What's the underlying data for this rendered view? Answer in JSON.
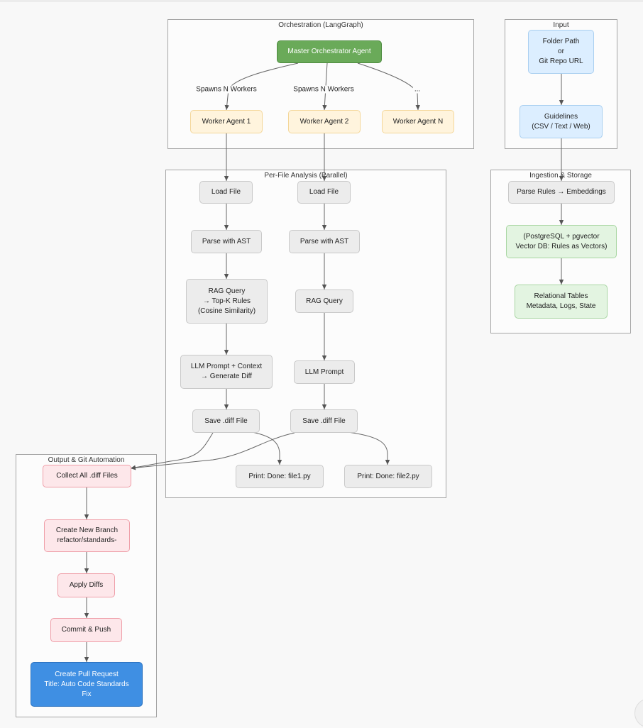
{
  "clusters": {
    "orchestration": "Orchestration (LangGraph)",
    "input": "Input",
    "analysis": "Per-File Analysis (Parallel)",
    "ingestion": "Ingestion & Storage",
    "output": "Output & Git Automation"
  },
  "nodes": {
    "master": "Master Orchestrator Agent",
    "worker1": "Worker Agent 1",
    "worker2": "Worker Agent 2",
    "workerN": "Worker Agent N",
    "folder": "Folder Path\nor\nGit Repo URL",
    "guidelines": "Guidelines\n(CSV / Text / Web)",
    "load1": "Load File",
    "load2": "Load File",
    "ast1": "Parse with AST",
    "ast2": "Parse with AST",
    "rag1": "RAG Query\n→ Top-K Rules\n(Cosine Similarity)",
    "rag2": "RAG Query",
    "llm1": "LLM Prompt + Context\n→ Generate Diff",
    "llm2": "LLM Prompt",
    "save1": "Save .diff File",
    "save2": "Save .diff File",
    "print1": "Print: Done: file1.py",
    "print2": "Print: Done: file2.py",
    "parse_rules": "Parse Rules → Embeddings",
    "vector_db": "(PostgreSQL + pgvector\nVector DB: Rules as Vectors)",
    "relational": "Relational Tables\nMetadata, Logs, State",
    "collect": "Collect All .diff Files",
    "branch": "Create New Branch\nrefactor/standards-",
    "apply": "Apply Diffs",
    "commit": "Commit & Push",
    "pr": "Create Pull Request\nTitle: Auto Code Standards\nFix"
  },
  "edge_labels": {
    "spawn1": "Spawns N Workers",
    "spawn2": "Spawns N Workers",
    "spawnN": "..."
  }
}
